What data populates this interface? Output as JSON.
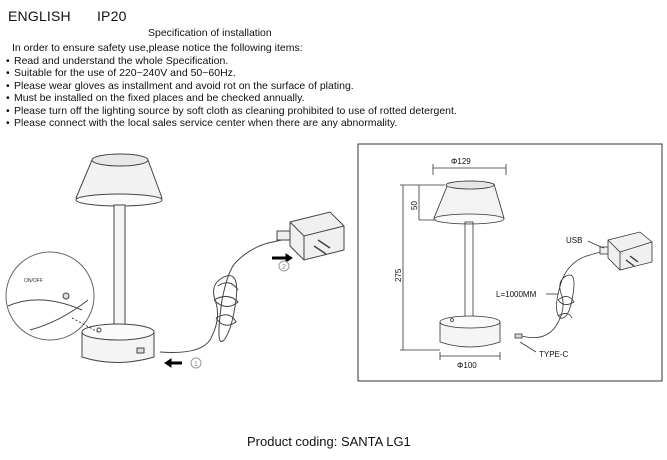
{
  "header": {
    "language": "ENGLISH",
    "ip_rating": "IP20"
  },
  "spec_title": "Specification of installation",
  "intro": "In order to ensure safety use,please notice the following items:",
  "items": [
    "Read and understand the whole Specification.",
    "Suitable for the use of 220~240V and 50~60Hz.",
    "Please wear gloves as installment and avoid rot on the surface of plating.",
    "Must be installed on the fixed places and be checked annually.",
    "Please turn off the lighting source by soft cloth as cleaning prohibited to use of rotted detergent.",
    "Please connect with the local sales service center when there are any abnormality."
  ],
  "illustration": {
    "switch_label": "ON/OFF",
    "step1": "1",
    "step2": "2"
  },
  "dimensions": {
    "shade_diameter": "Φ129",
    "shade_height": "50",
    "total_height": "275",
    "base_diameter": "Φ100",
    "cable_length": "L=1000MM",
    "usb_label": "USB",
    "typec_label": "TYPE-C"
  },
  "footer": "Product coding: SANTA LG1"
}
